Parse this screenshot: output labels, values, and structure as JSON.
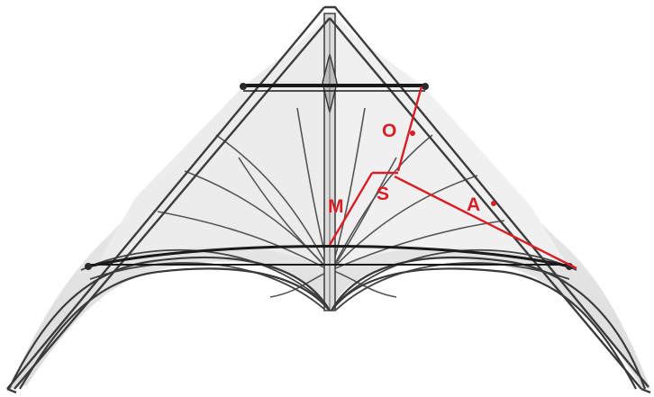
{
  "diagram": {
    "labels": {
      "o": "O",
      "s": "S",
      "m": "M",
      "a": "A"
    }
  },
  "colors": {
    "frame": "#3c3c3c",
    "spar": "#1a1a1a",
    "sail": "#e7e7e7",
    "seam": "#555555",
    "annotation": "#d71f27"
  }
}
